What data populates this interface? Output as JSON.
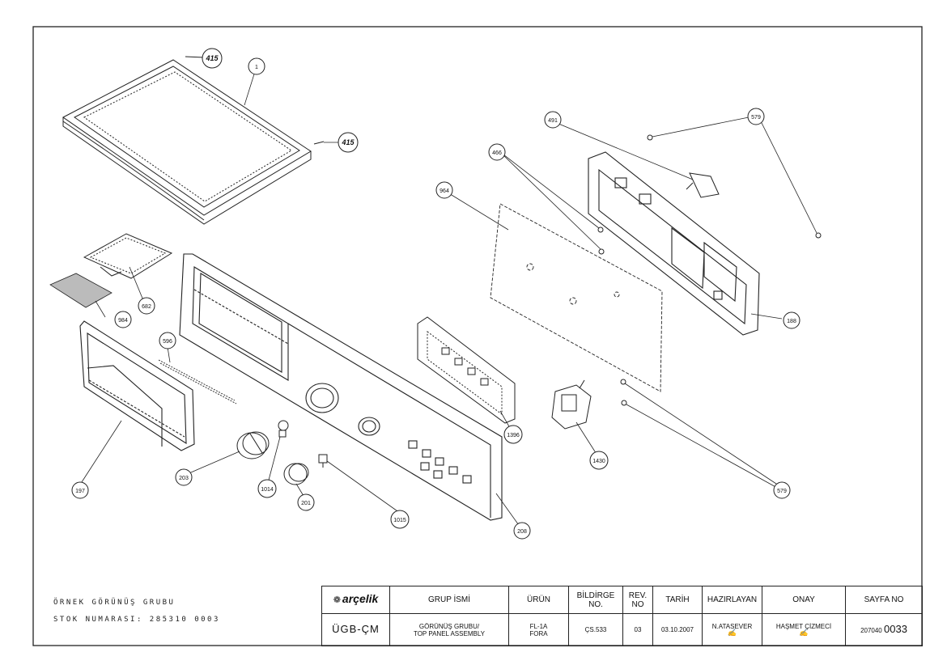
{
  "callouts": {
    "c1": "1",
    "c415a": "415",
    "c415b": "415",
    "c491": "491",
    "c579a": "579",
    "c579b": "579",
    "c466": "466",
    "c964": "964",
    "c188": "188",
    "c682": "682",
    "c984": "984",
    "c596": "596",
    "c197": "197",
    "c203": "203",
    "c1014": "1014",
    "c201": "201",
    "c1015": "1015",
    "c208": "208",
    "c1396": "1396",
    "c1430": "1430"
  },
  "notes": {
    "group_label": "ÖRNEK GÖRÜNÜŞ GRUBU",
    "stock_label": "STOK NUMARASI: 285310 0003"
  },
  "title_block": {
    "brand": "arçelik",
    "headers": {
      "group_name": "GRUP İSMİ",
      "product": "ÜRÜN",
      "notice_no": "BİLDİRGE NO.",
      "rev_no": "REV. NO",
      "date": "TARİH",
      "prepared_by": "HAZIRLAYAN",
      "approval": "ONAY",
      "sheet_no": "SAYFA NO"
    },
    "values": {
      "code": "ÜGB-ÇM",
      "group_name_tr": "GÖRÜNÜŞ GRUBU/",
      "group_name_en": "TOP PANEL ASSEMBLY",
      "product_line1": "FL-1A",
      "product_line2": "FORA",
      "notice_no": "ÇS.533",
      "rev_no": "03",
      "date": "03.10.2007",
      "prepared_by": "N.ATASEVER",
      "approval": "HAŞMET ÇİZMECİ",
      "sheet_prefix": "207040",
      "sheet_no": "0033"
    }
  },
  "colors": {
    "ink": "#111111",
    "paper": "#ffffff"
  }
}
